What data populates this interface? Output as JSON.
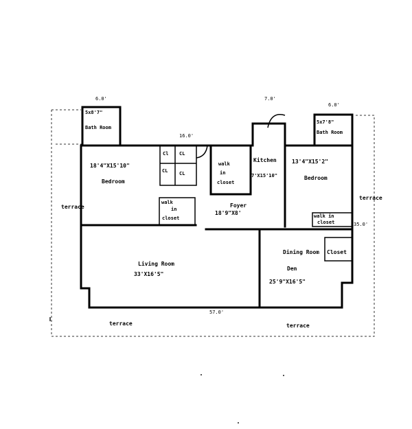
{
  "rooms": {
    "bath_left": {
      "name": "Bath Room",
      "size": "5x8'7\""
    },
    "bath_right": {
      "name": "Bath Room",
      "size": "5x7'8\""
    },
    "bedroom_left": {
      "name": "Bedroom",
      "size": "18'4\"X15'10\""
    },
    "bedroom_right": {
      "name": "Bedroom",
      "size": "13'4\"X15'2\""
    },
    "closet_cl1": "Cl",
    "closet_cl2": "CL",
    "closet_cl3": "CL",
    "closet_cl4": "CL",
    "walkin_left": {
      "line1": "walk",
      "line2": "in",
      "line3": "closet"
    },
    "walkin_center": {
      "line1": "walk",
      "line2": "in",
      "line3": "closet"
    },
    "walkin_right": {
      "line1": "walk in",
      "line2": "closet"
    },
    "kitchen": {
      "name": "Kitchen",
      "size": "7'X15'10\""
    },
    "foyer": {
      "name": "Foyer",
      "size": "18'9\"X8'"
    },
    "living": {
      "name": "Living Room",
      "size": "33'X16'5\""
    },
    "dining": {
      "name": "Dining Room",
      "closet": "Closet"
    },
    "den": {
      "name": "Den",
      "size": "25'9\"X16'5\""
    }
  },
  "dimensions": {
    "top_left": "6.0'",
    "top_mid": "7.0'",
    "top_right": "6.0'",
    "hall": "16.0'",
    "right_side": "35.0'",
    "bottom": "57.0'"
  },
  "terraces": {
    "left": "terrace",
    "right": "terrace",
    "bottom_left": "terrace",
    "bottom_right": "terrace"
  }
}
